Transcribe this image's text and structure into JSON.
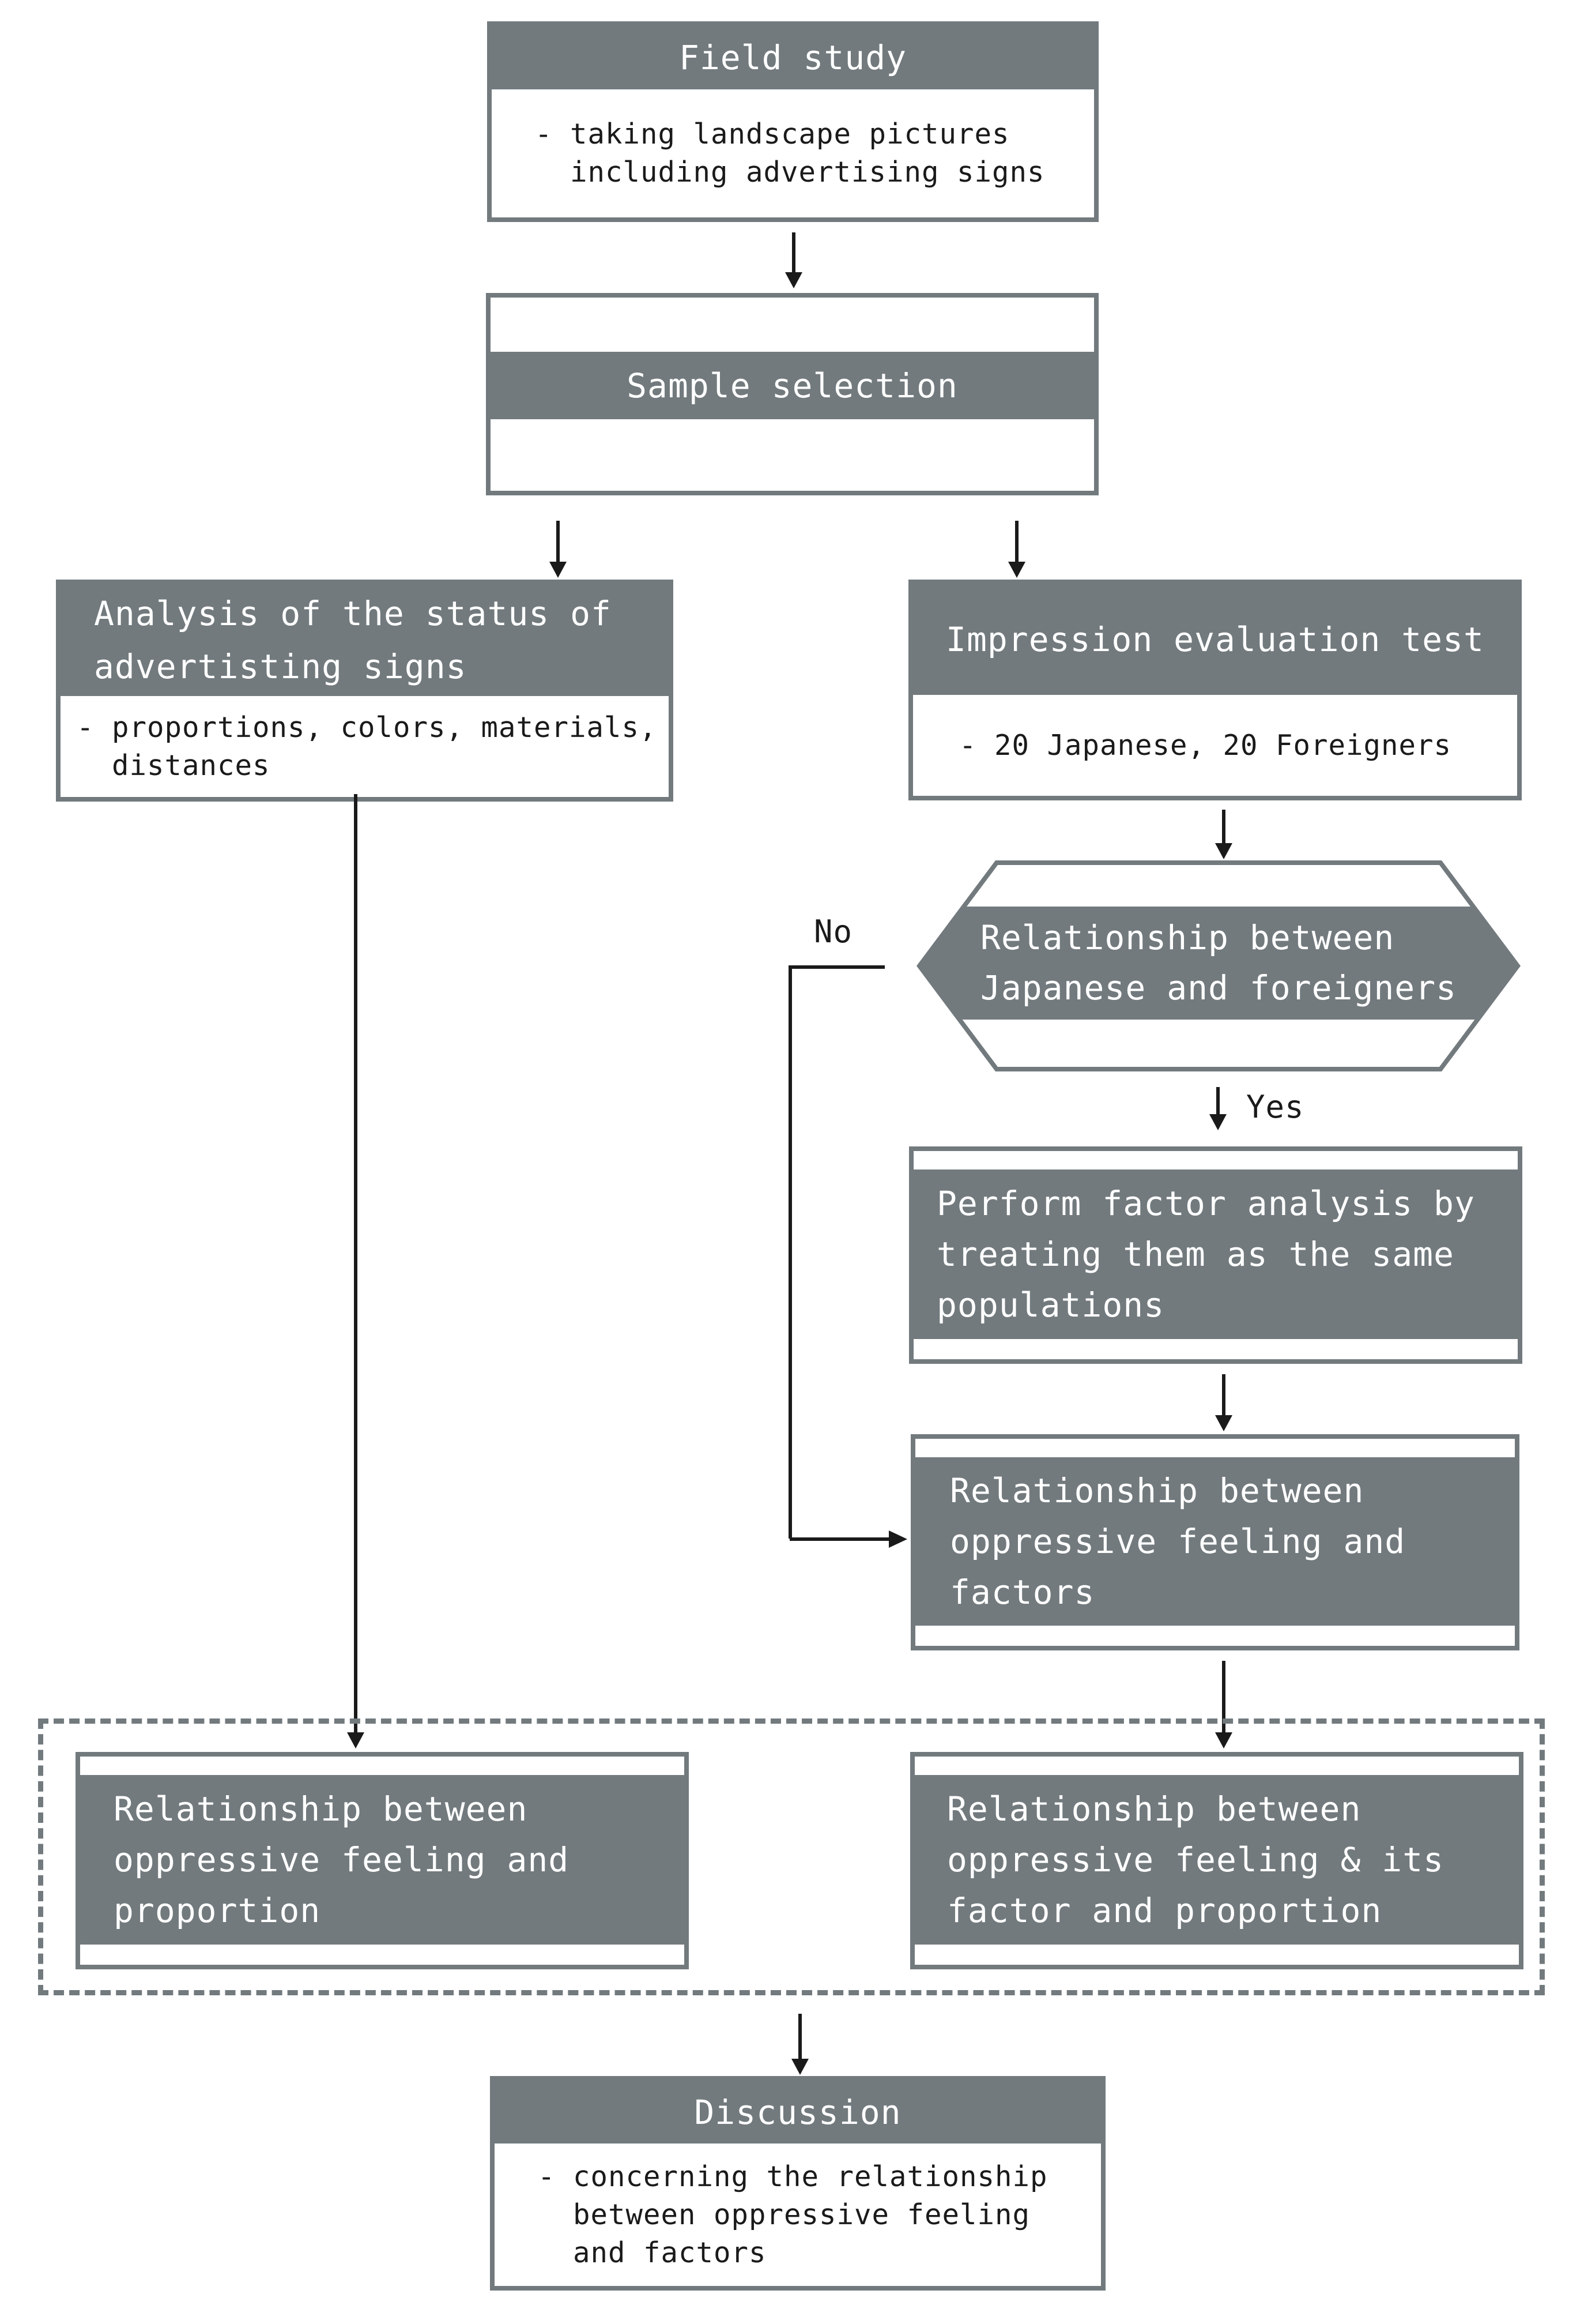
{
  "colors": {
    "box_gray": "#727a7e",
    "line_black": "#1a1a1a",
    "background": "#ffffff",
    "header_text": "#ffffff",
    "body_text": "#1a1a1a"
  },
  "nodes": {
    "field_study": {
      "title": "Field study",
      "body": "- taking landscape pictures\n  including advertising signs"
    },
    "sample_selection": {
      "title": "Sample selection"
    },
    "analysis": {
      "title": "Analysis of the status of\nadvertisting signs",
      "body": "- proportions, colors, materials,\n  distances"
    },
    "impression": {
      "title": "Impression evaluation test",
      "body": "- 20 Japanese, 20 Foreigners"
    },
    "decision": {
      "text": "Relationship between\nJapanese and foreigners",
      "no_label": "No",
      "yes_label": "Yes"
    },
    "perform_factor": {
      "text": "Perform factor analysis by\ntreating them as the same\npopulations"
    },
    "oppressive_factors": {
      "text": "Relationship between\noppressive feeling and\nfactors"
    },
    "oppressive_proportion": {
      "text": "Relationship between\noppressive feeling and\nproportion"
    },
    "oppressive_factor_proportion": {
      "text": "Relationship between\noppressive feeling & its\nfactor and proportion"
    },
    "discussion": {
      "title": "Discussion",
      "body": "- concerning the relationship\n  between oppressive feeling\n  and factors"
    }
  }
}
